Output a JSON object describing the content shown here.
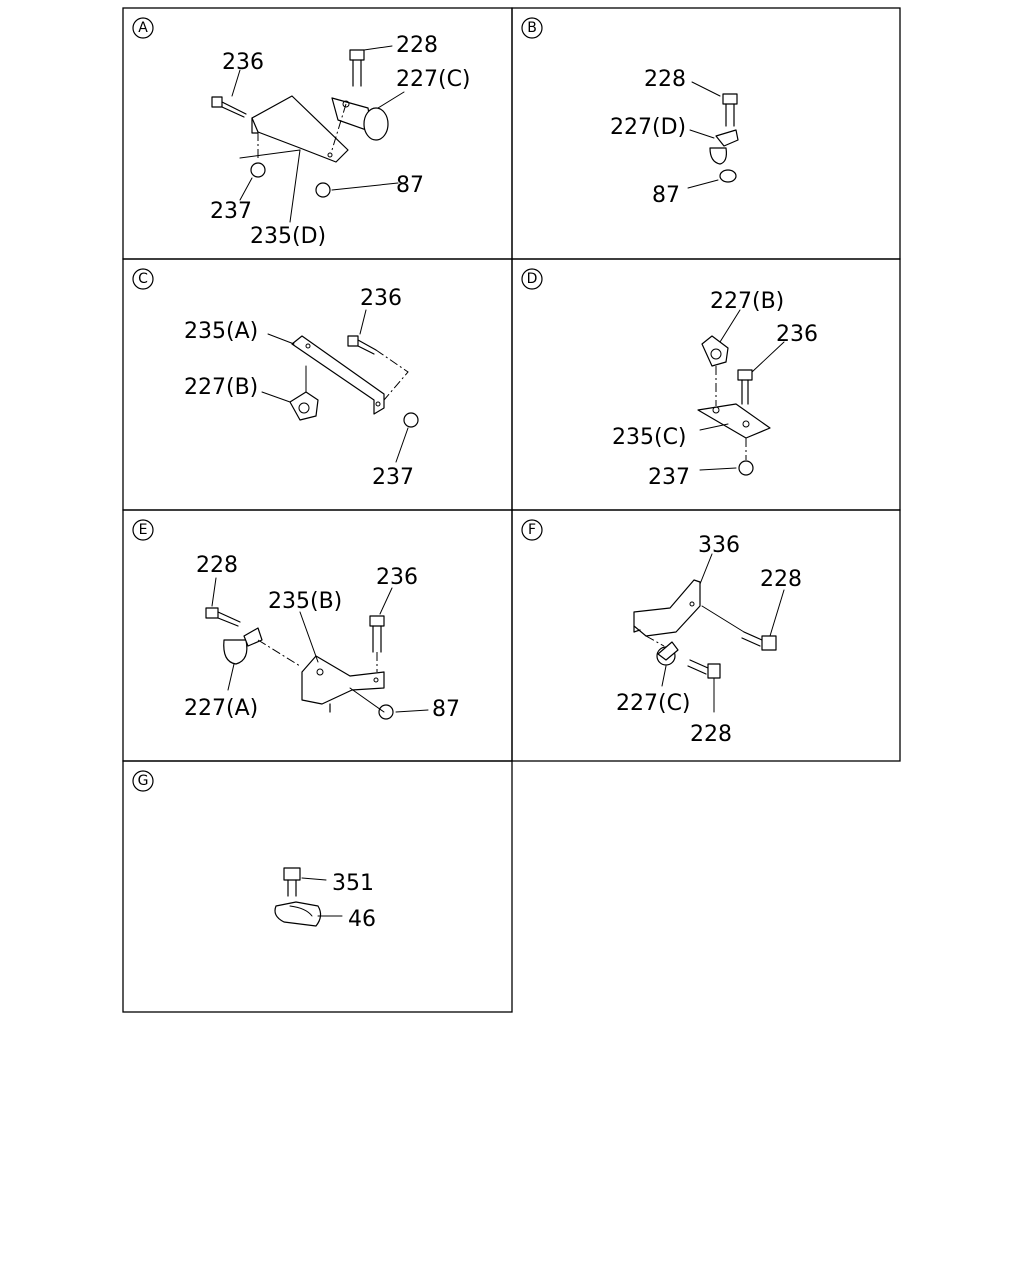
{
  "panels": [
    {
      "id": "A",
      "labels": [
        "236",
        "228",
        "227(C)",
        "87",
        "237",
        "235(D)"
      ]
    },
    {
      "id": "B",
      "labels": [
        "228",
        "227(D)",
        "87"
      ]
    },
    {
      "id": "C",
      "labels": [
        "236",
        "235(A)",
        "227(B)",
        "237"
      ]
    },
    {
      "id": "D",
      "labels": [
        "227(B)",
        "236",
        "235(C)",
        "237"
      ]
    },
    {
      "id": "E",
      "labels": [
        "228",
        "236",
        "235(B)",
        "227(A)",
        "87"
      ]
    },
    {
      "id": "F",
      "labels": [
        "336",
        "228",
        "227(C)",
        "228"
      ]
    },
    {
      "id": "G",
      "labels": [
        "351",
        "46"
      ]
    }
  ]
}
